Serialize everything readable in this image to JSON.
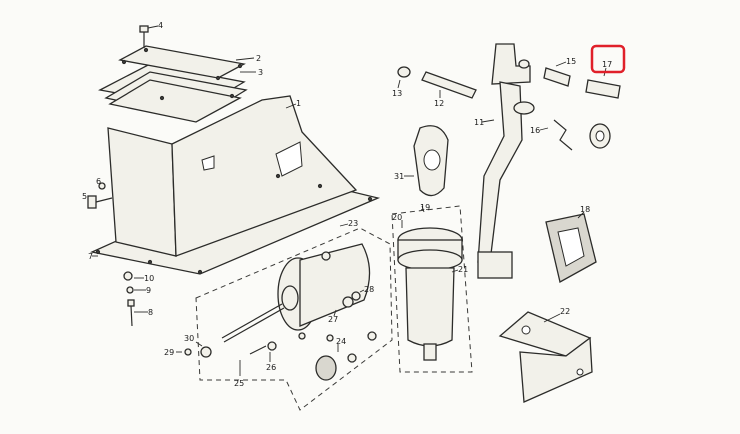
{
  "diagram": {
    "callouts": [
      {
        "id": "c1",
        "label": "1"
      },
      {
        "id": "c2",
        "label": "2"
      },
      {
        "id": "c3",
        "label": "3"
      },
      {
        "id": "c4",
        "label": "4"
      },
      {
        "id": "c5",
        "label": "5"
      },
      {
        "id": "c6",
        "label": "6"
      },
      {
        "id": "c7",
        "label": "7"
      },
      {
        "id": "c8",
        "label": "8"
      },
      {
        "id": "c9",
        "label": "9"
      },
      {
        "id": "c10",
        "label": "10"
      },
      {
        "id": "c11",
        "label": "11"
      },
      {
        "id": "c12",
        "label": "12"
      },
      {
        "id": "c13",
        "label": "13"
      },
      {
        "id": "c15",
        "label": "15"
      },
      {
        "id": "c16",
        "label": "16"
      },
      {
        "id": "c17",
        "label": "17"
      },
      {
        "id": "c18",
        "label": "18"
      },
      {
        "id": "c19",
        "label": "19"
      },
      {
        "id": "c20",
        "label": "20"
      },
      {
        "id": "c21",
        "label": "21"
      },
      {
        "id": "c22",
        "label": "22"
      },
      {
        "id": "c23",
        "label": "23"
      },
      {
        "id": "c24",
        "label": "24"
      },
      {
        "id": "c25",
        "label": "25"
      },
      {
        "id": "c26",
        "label": "26"
      },
      {
        "id": "c27",
        "label": "27"
      },
      {
        "id": "c28",
        "label": "28"
      },
      {
        "id": "c29",
        "label": "29"
      },
      {
        "id": "c30",
        "label": "30"
      },
      {
        "id": "c31",
        "label": "31"
      }
    ],
    "highlight": {
      "target": "17",
      "color": "#e0202a"
    }
  }
}
